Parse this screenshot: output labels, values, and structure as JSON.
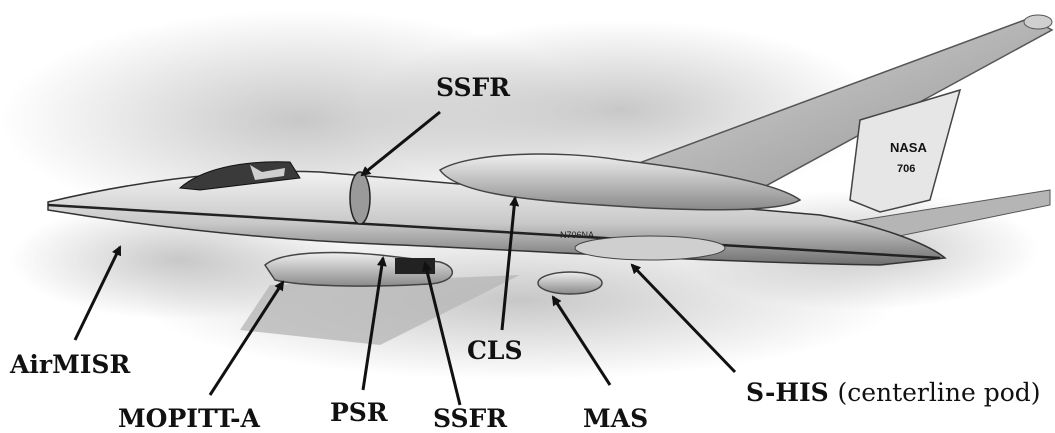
{
  "figure": {
    "tail_marking": "NASA",
    "tail_number": "706",
    "fuselage_marking": "N706NA"
  },
  "labels": {
    "ssfr_top": "SSFR",
    "airmisr": "AirMISR",
    "mopitt": "MOPITT-A",
    "psr": "PSR",
    "ssfr_bottom": "SSFR",
    "cls": "CLS",
    "mas": "MAS",
    "shis": "S-HIS",
    "shis_note": "(centerline pod)"
  }
}
